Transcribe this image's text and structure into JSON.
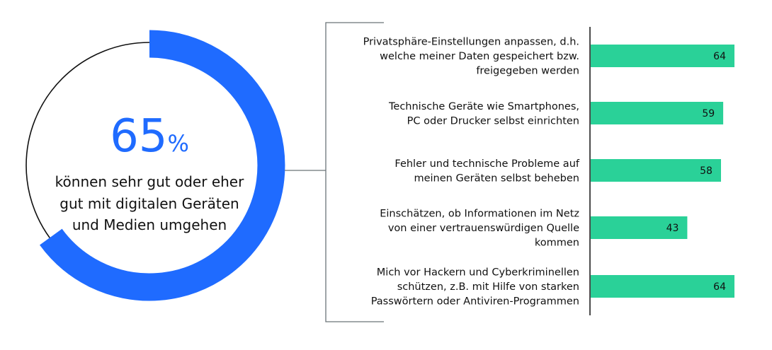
{
  "colors": {
    "accent_blue": "#1f6bff",
    "bar_green": "#2ad198",
    "ring": "#111111",
    "bracket": "#6b7378",
    "text": "#111111"
  },
  "summary": {
    "value": 65,
    "value_text": "65",
    "unit": "%",
    "caption_lines": [
      "können sehr gut oder eher",
      "gut mit digitalen Geräten",
      "und Medien umgehen"
    ]
  },
  "chart_data": {
    "type": "bar",
    "orientation": "horizontal",
    "categories": [
      [
        "Privatsphäre-Einstellungen anpassen, d.h.",
        "welche meiner Daten gespeichert bzw.",
        "freigegeben werden"
      ],
      [
        "Technische Geräte wie Smartphones,",
        "PC oder Drucker selbst einrichten"
      ],
      [
        "Fehler und technische Probleme auf",
        "meinen Geräten selbst beheben"
      ],
      [
        "Einschätzen, ob Informationen im Netz",
        "von einer vertrauenswürdigen Quelle",
        "kommen"
      ],
      [
        "Mich vor Hackern und Cyberkriminellen",
        "schützen, z.B. mit Hilfe von starken",
        "Passwörtern oder Antiviren-Programmen"
      ]
    ],
    "values": [
      64,
      59,
      58,
      43,
      64
    ],
    "value_labels": [
      "64",
      "59",
      "58",
      "43",
      "64"
    ],
    "xlim": [
      0,
      64
    ],
    "grid": false,
    "title": "",
    "xlabel": "",
    "ylabel": ""
  }
}
